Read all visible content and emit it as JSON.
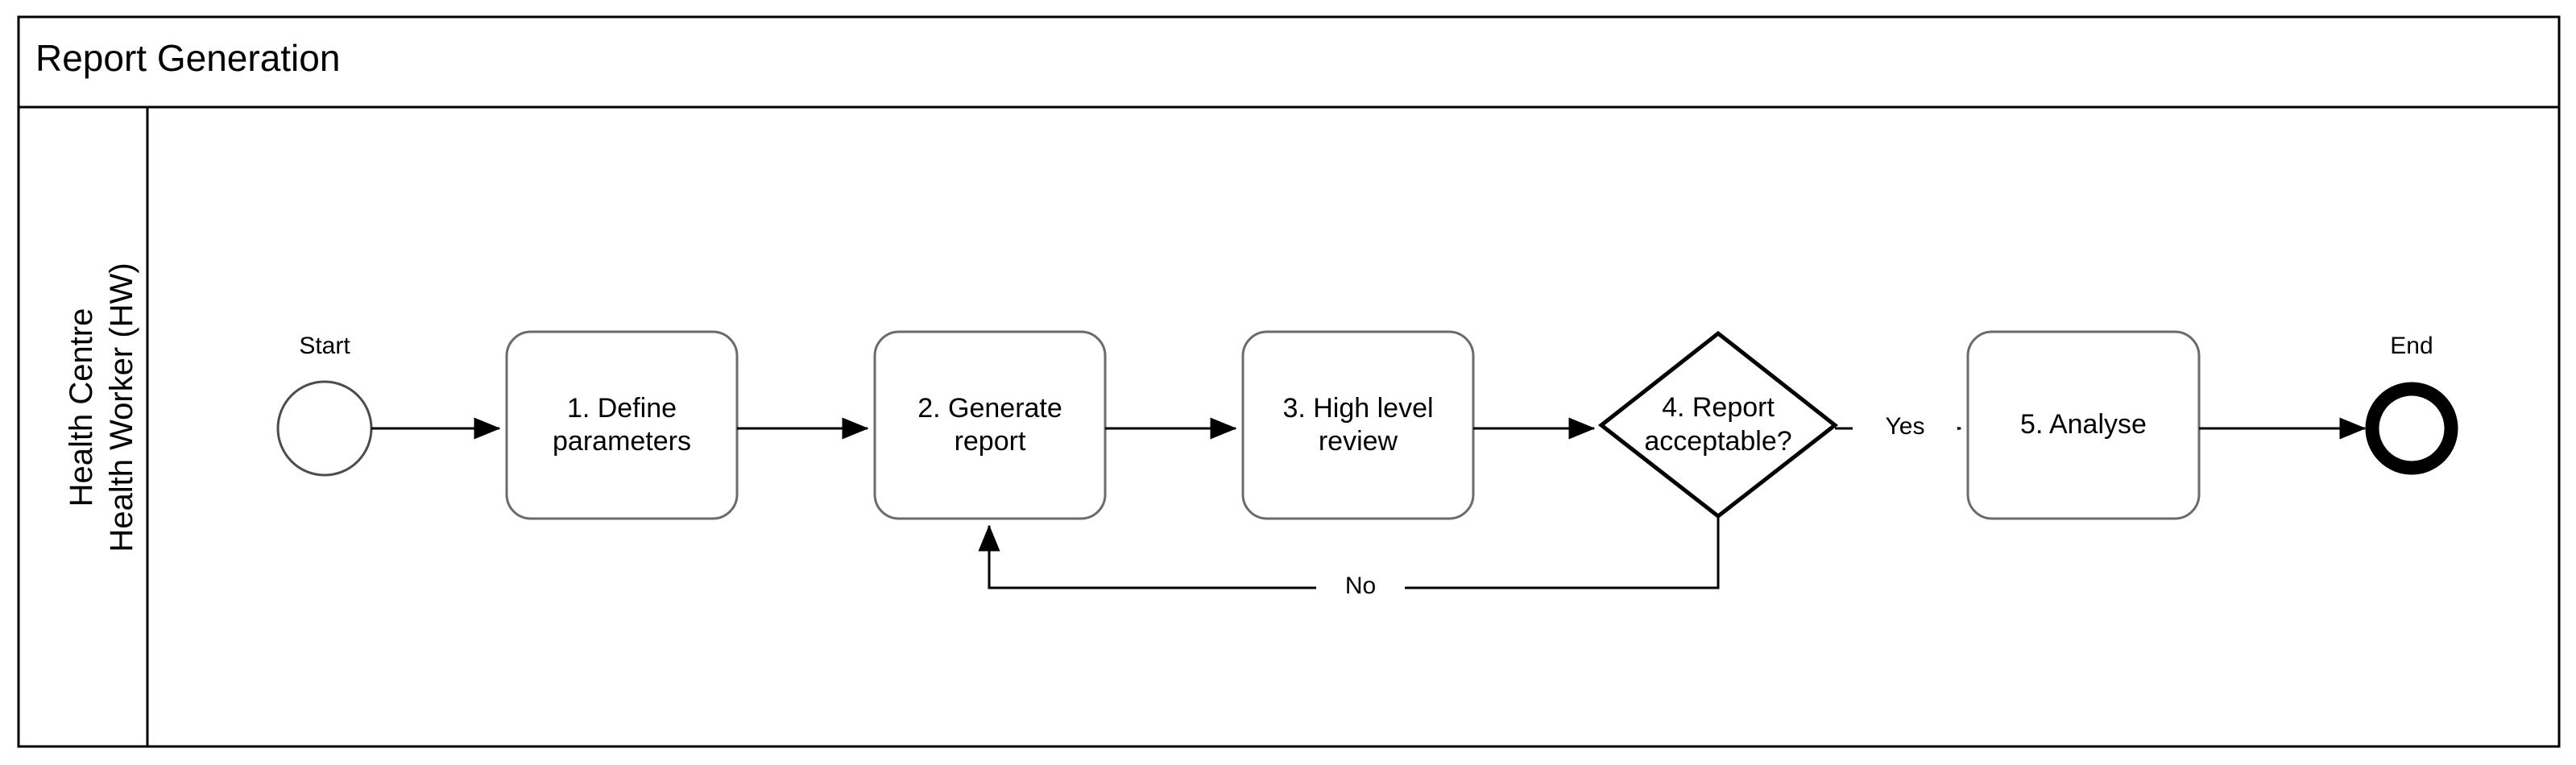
{
  "diagram": {
    "type": "bpmn-flowchart",
    "pool_title": "Report Generation",
    "lane_label": "Health Centre\nHealth Worker (HW)",
    "colors": {
      "stroke": "#000000",
      "shape_stroke": "#4d4d4d",
      "background": "#ffffff",
      "text": "#000000"
    }
  },
  "nodes": {
    "start_event": {
      "name": "start-event",
      "label": "Start",
      "shape": "circle-thin"
    },
    "task1": {
      "name": "task-define-parameters",
      "label": "1. Define\nparameters",
      "shape": "rounded-rect"
    },
    "task2": {
      "name": "task-generate-report",
      "label": "2. Generate\nreport",
      "shape": "rounded-rect"
    },
    "task3": {
      "name": "task-high-level-review",
      "label": "3. High level\nreview",
      "shape": "rounded-rect"
    },
    "gateway4": {
      "name": "gateway-report-acceptable",
      "label": "4. Report\nacceptable?",
      "shape": "diamond"
    },
    "task5": {
      "name": "task-analyse",
      "label": "5. Analyse",
      "shape": "rounded-rect"
    },
    "end_event": {
      "name": "end-event",
      "label": "End",
      "shape": "circle-thick"
    }
  },
  "edges": {
    "start_to_task1": {
      "label": ""
    },
    "task1_to_task2": {
      "label": ""
    },
    "task2_to_task3": {
      "label": ""
    },
    "task3_to_gateway": {
      "label": ""
    },
    "gateway_yes": {
      "label": "Yes"
    },
    "gateway_no": {
      "label": "No"
    },
    "task5_to_end": {
      "label": ""
    }
  }
}
